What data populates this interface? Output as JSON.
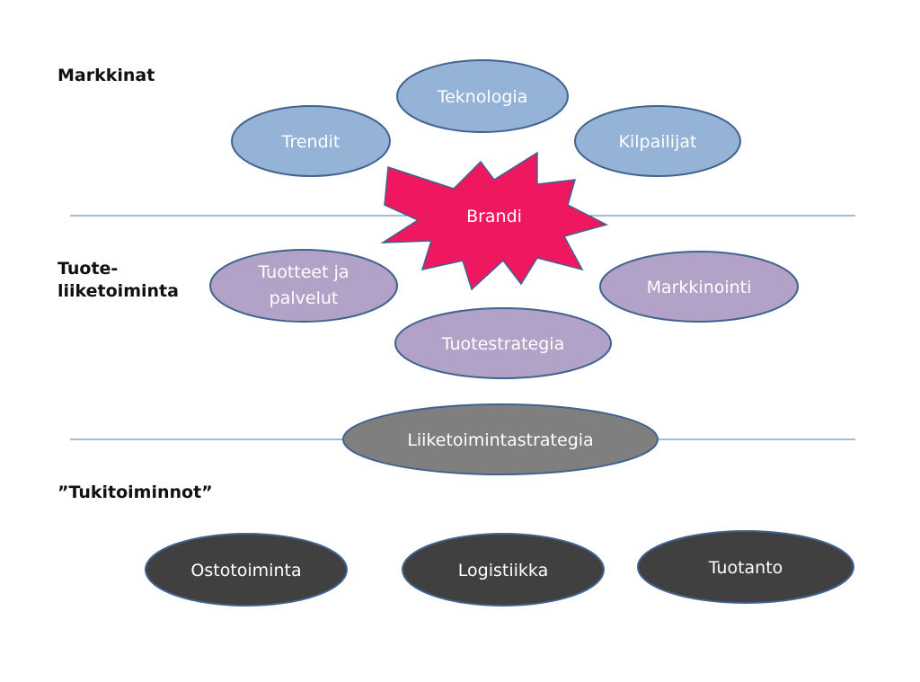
{
  "sections": {
    "markets": "Markkinat",
    "product_business_line1": "Tuote-",
    "product_business_line2": "liiketoiminta",
    "support": "”Tukitoiminnot”"
  },
  "nodes": {
    "teknologia": "Teknologia",
    "trendit": "Trendit",
    "kilpailijat": "Kilpailijat",
    "brandi": "Brandi",
    "tuotteet_line1": "Tuotteet ja",
    "tuotteet_line2": "palvelut",
    "markkinointi": "Markkinointi",
    "tuotestrategia": "Tuotestrategia",
    "liiketoimintastrategia": "Liiketoimintastrategia",
    "ostotoiminta": "Ostotoiminta",
    "logistiikka": "Logistiikka",
    "tuotanto": "Tuotanto"
  },
  "colors": {
    "markets_fill": "#94b3d7",
    "product_fill": "#b3a2c7",
    "strategy_fill": "#7f7f7f",
    "support_fill": "#404040",
    "node_stroke": "#41638f",
    "brand_fill": "#ee1760",
    "divider": "#6f93bd"
  }
}
